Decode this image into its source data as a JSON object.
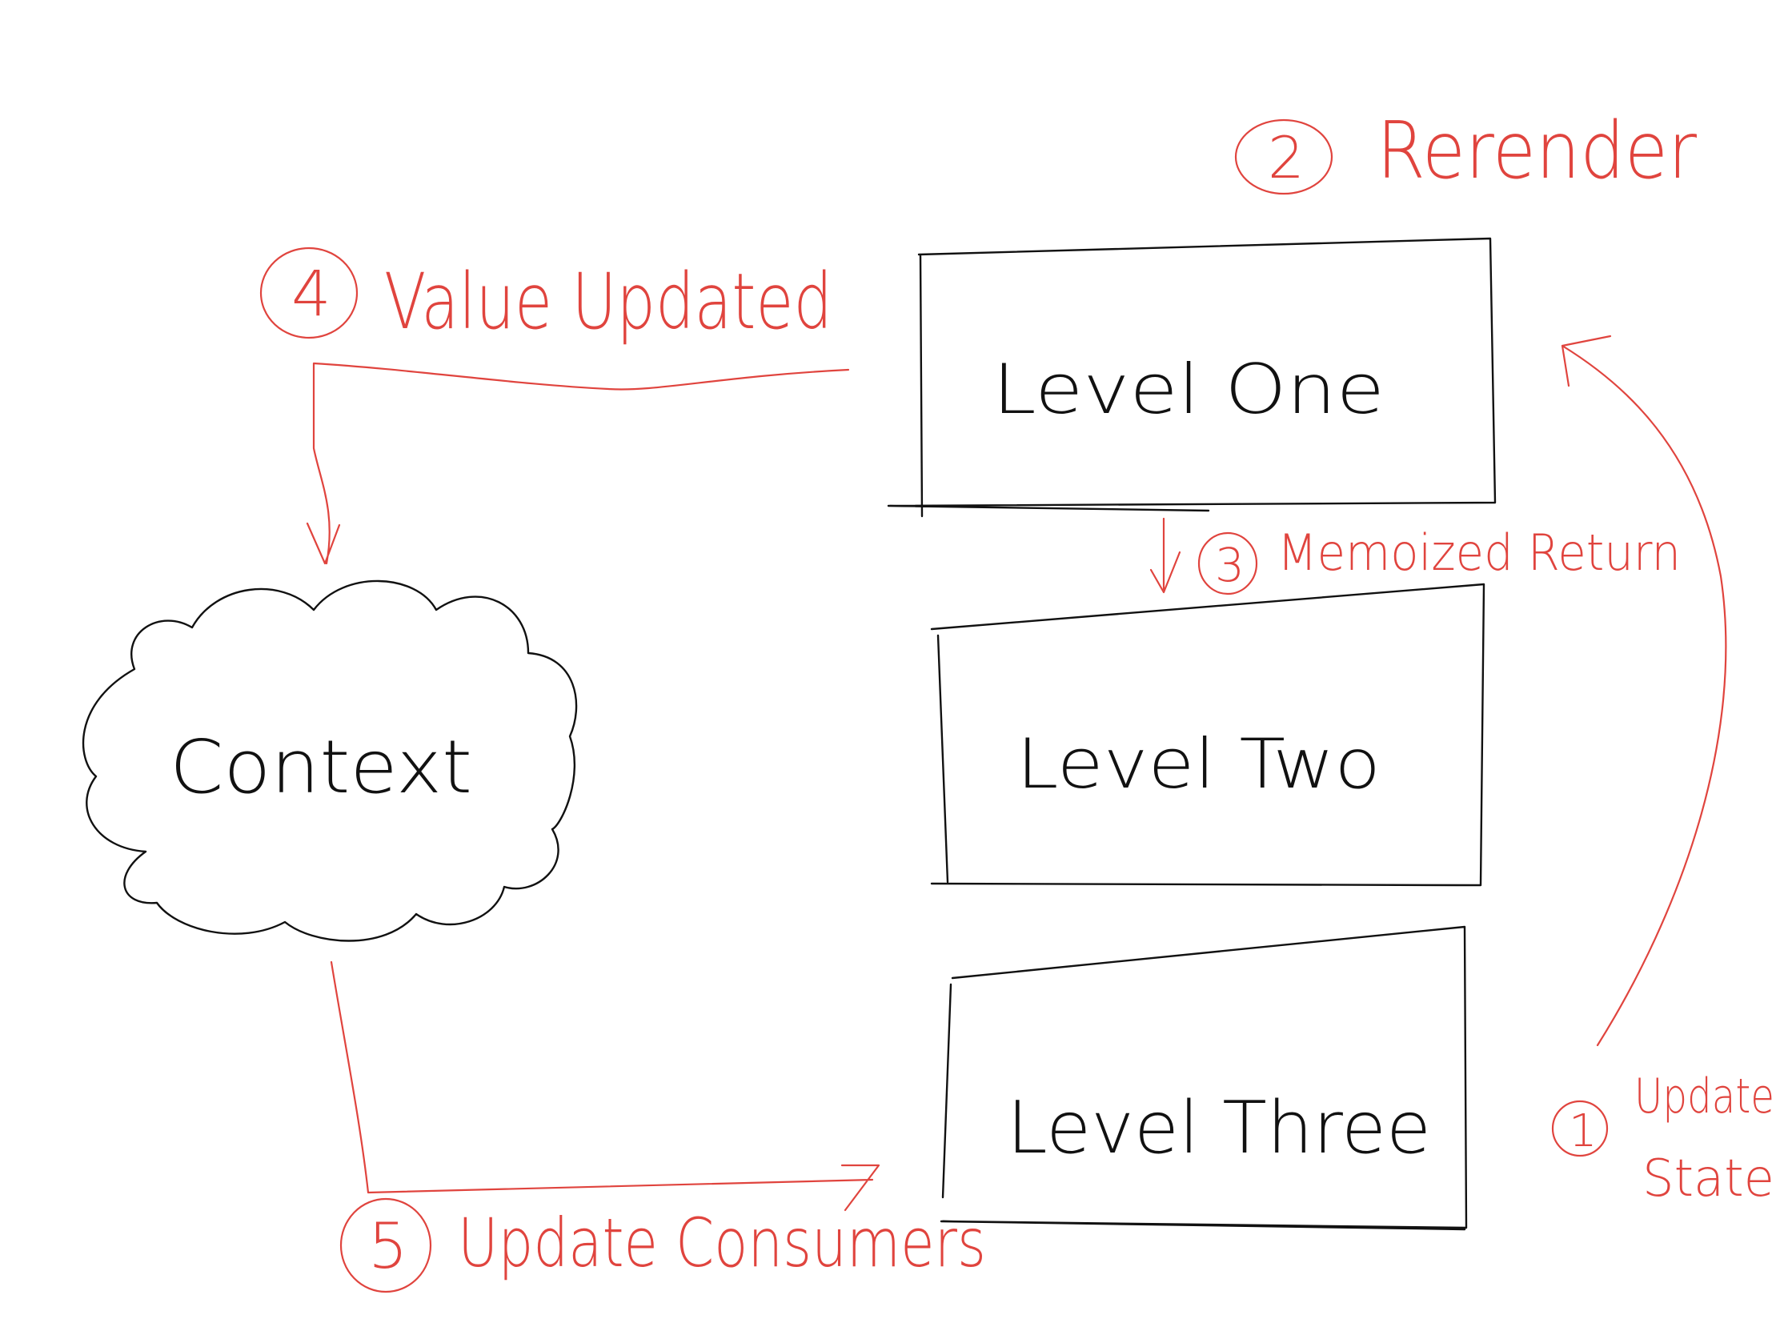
{
  "nodes": {
    "level_one": "Level One",
    "level_two": "Level Two",
    "level_three": "Level Three",
    "context": "Context"
  },
  "steps": [
    {
      "number": "1",
      "label_line1": "Update",
      "label_line2": "State"
    },
    {
      "number": "2",
      "label": "Rerender"
    },
    {
      "number": "3",
      "label": "Memoized Return"
    },
    {
      "number": "4",
      "label": "Value Updated"
    },
    {
      "number": "5",
      "label": "Update Consumers"
    }
  ],
  "colors": {
    "ink": "#111111",
    "annotation": "#e0443e",
    "background": "#ffffff"
  }
}
